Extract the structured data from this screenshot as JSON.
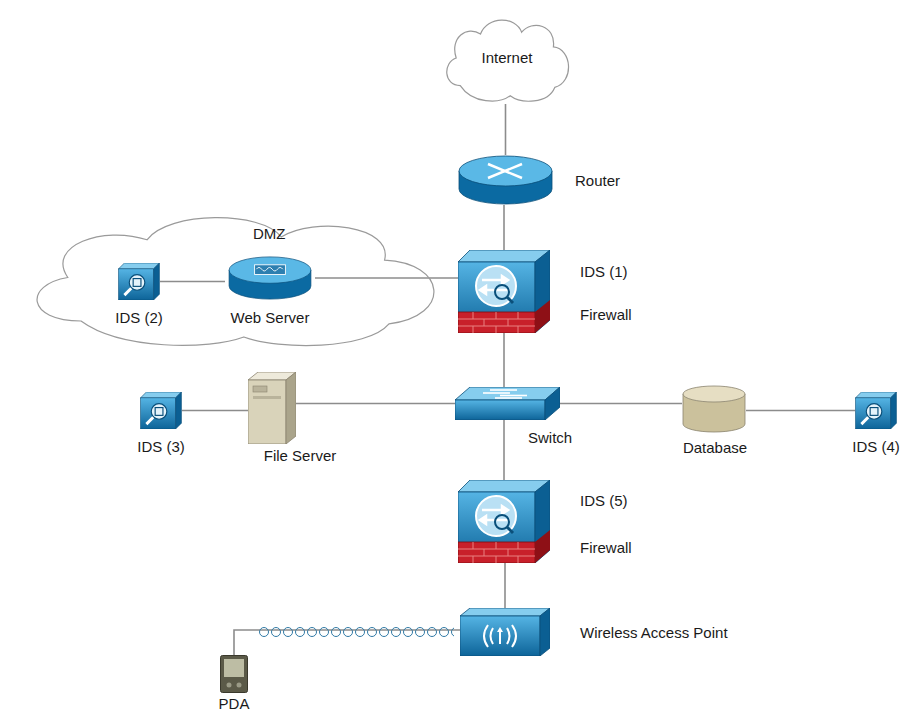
{
  "diagram": {
    "nodes": [
      {
        "text": [
          "Internet"
        ]
      },
      {
        "text": [
          "Router"
        ]
      },
      {
        "text": [
          "DMZ"
        ]
      },
      {
        "text": [
          "IDS (2)"
        ],
        "in": 2
      },
      {
        "text": [
          "Web Server"
        ],
        "in": 2
      },
      {
        "text": [
          "IDS (1)",
          "Firewall"
        ]
      },
      {
        "text": [
          "IDS (3)"
        ]
      },
      {
        "text": [
          "File Server"
        ]
      },
      {
        "text": [
          "Switch"
        ]
      },
      {
        "text": [
          "Database"
        ]
      },
      {
        "text": [
          "IDS (4)"
        ]
      },
      {
        "text": [
          "IDS (5)",
          "Firewall"
        ]
      },
      {
        "text": [
          "Wireless Access Point"
        ]
      },
      {
        "text": [
          "PDA"
        ]
      }
    ],
    "edges": [
      {
        "from": 0,
        "to": 1,
        "arrow": "none"
      },
      {
        "from": 1,
        "to": 5,
        "arrow": "none"
      },
      {
        "from": 3,
        "to": 4,
        "arrow": "none"
      },
      {
        "from": 4,
        "to": 5,
        "arrow": "none"
      },
      {
        "from": 5,
        "to": 8,
        "arrow": "none"
      },
      {
        "from": 6,
        "to": 7,
        "arrow": "none"
      },
      {
        "from": 7,
        "to": 8,
        "arrow": "none"
      },
      {
        "from": 8,
        "to": 9,
        "arrow": "none"
      },
      {
        "from": 9,
        "to": 10,
        "arrow": "none"
      },
      {
        "from": 8,
        "to": 11,
        "arrow": "none"
      },
      {
        "from": 11,
        "to": 12,
        "arrow": "none"
      },
      {
        "from": 12,
        "to": 13,
        "arrow": "none"
      }
    ]
  }
}
